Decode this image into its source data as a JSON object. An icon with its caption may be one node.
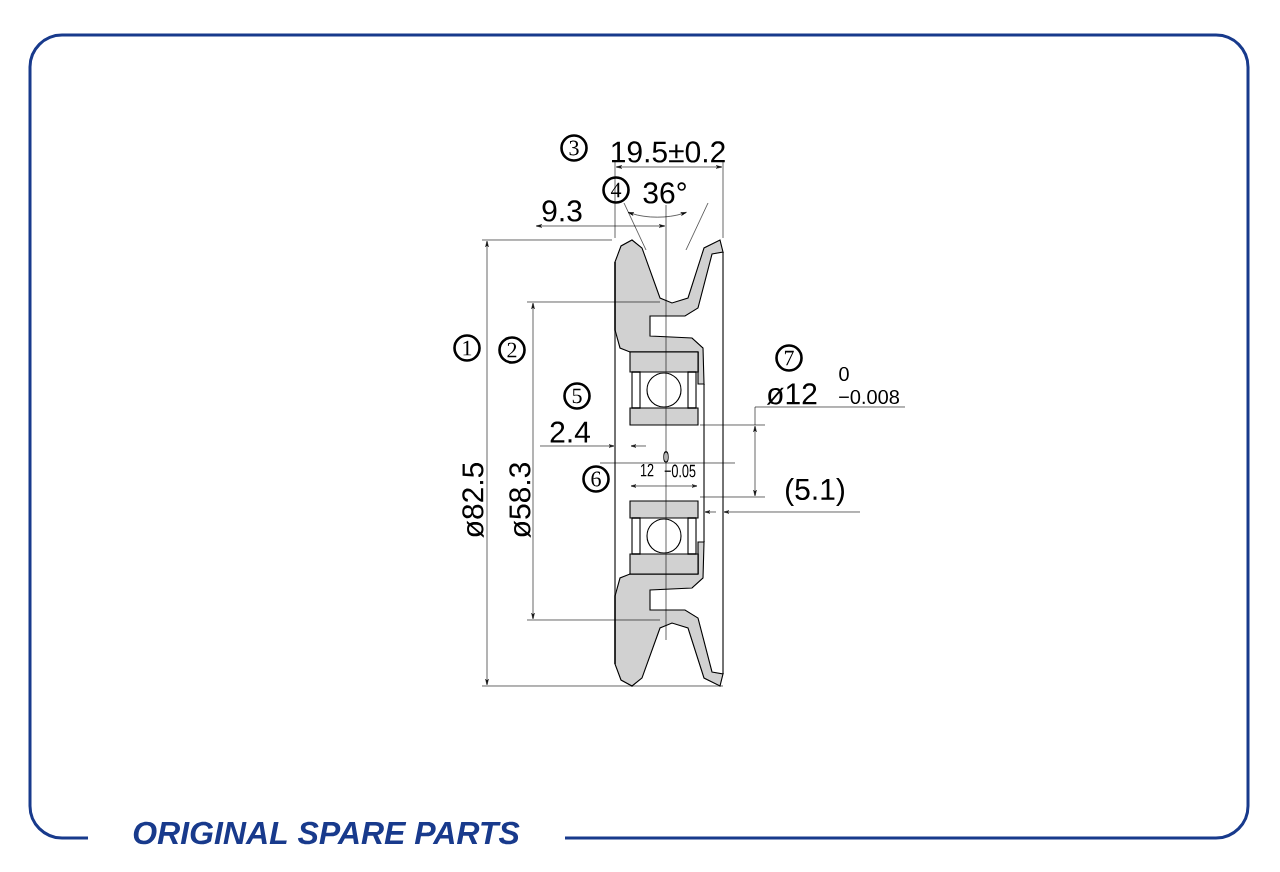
{
  "diagram": {
    "labels": [
      "3",
      "19.5±0.2",
      "4",
      "36°",
      "9.3",
      "1",
      "2",
      "7",
      "0",
      "5",
      "ø12",
      "−0.008",
      "2.4",
      "0",
      "12",
      "−0.05",
      "6",
      "(5.1)",
      "ø82.5",
      "ø58.3",
      "ORIGINAL SPARE PARTS"
    ]
  }
}
